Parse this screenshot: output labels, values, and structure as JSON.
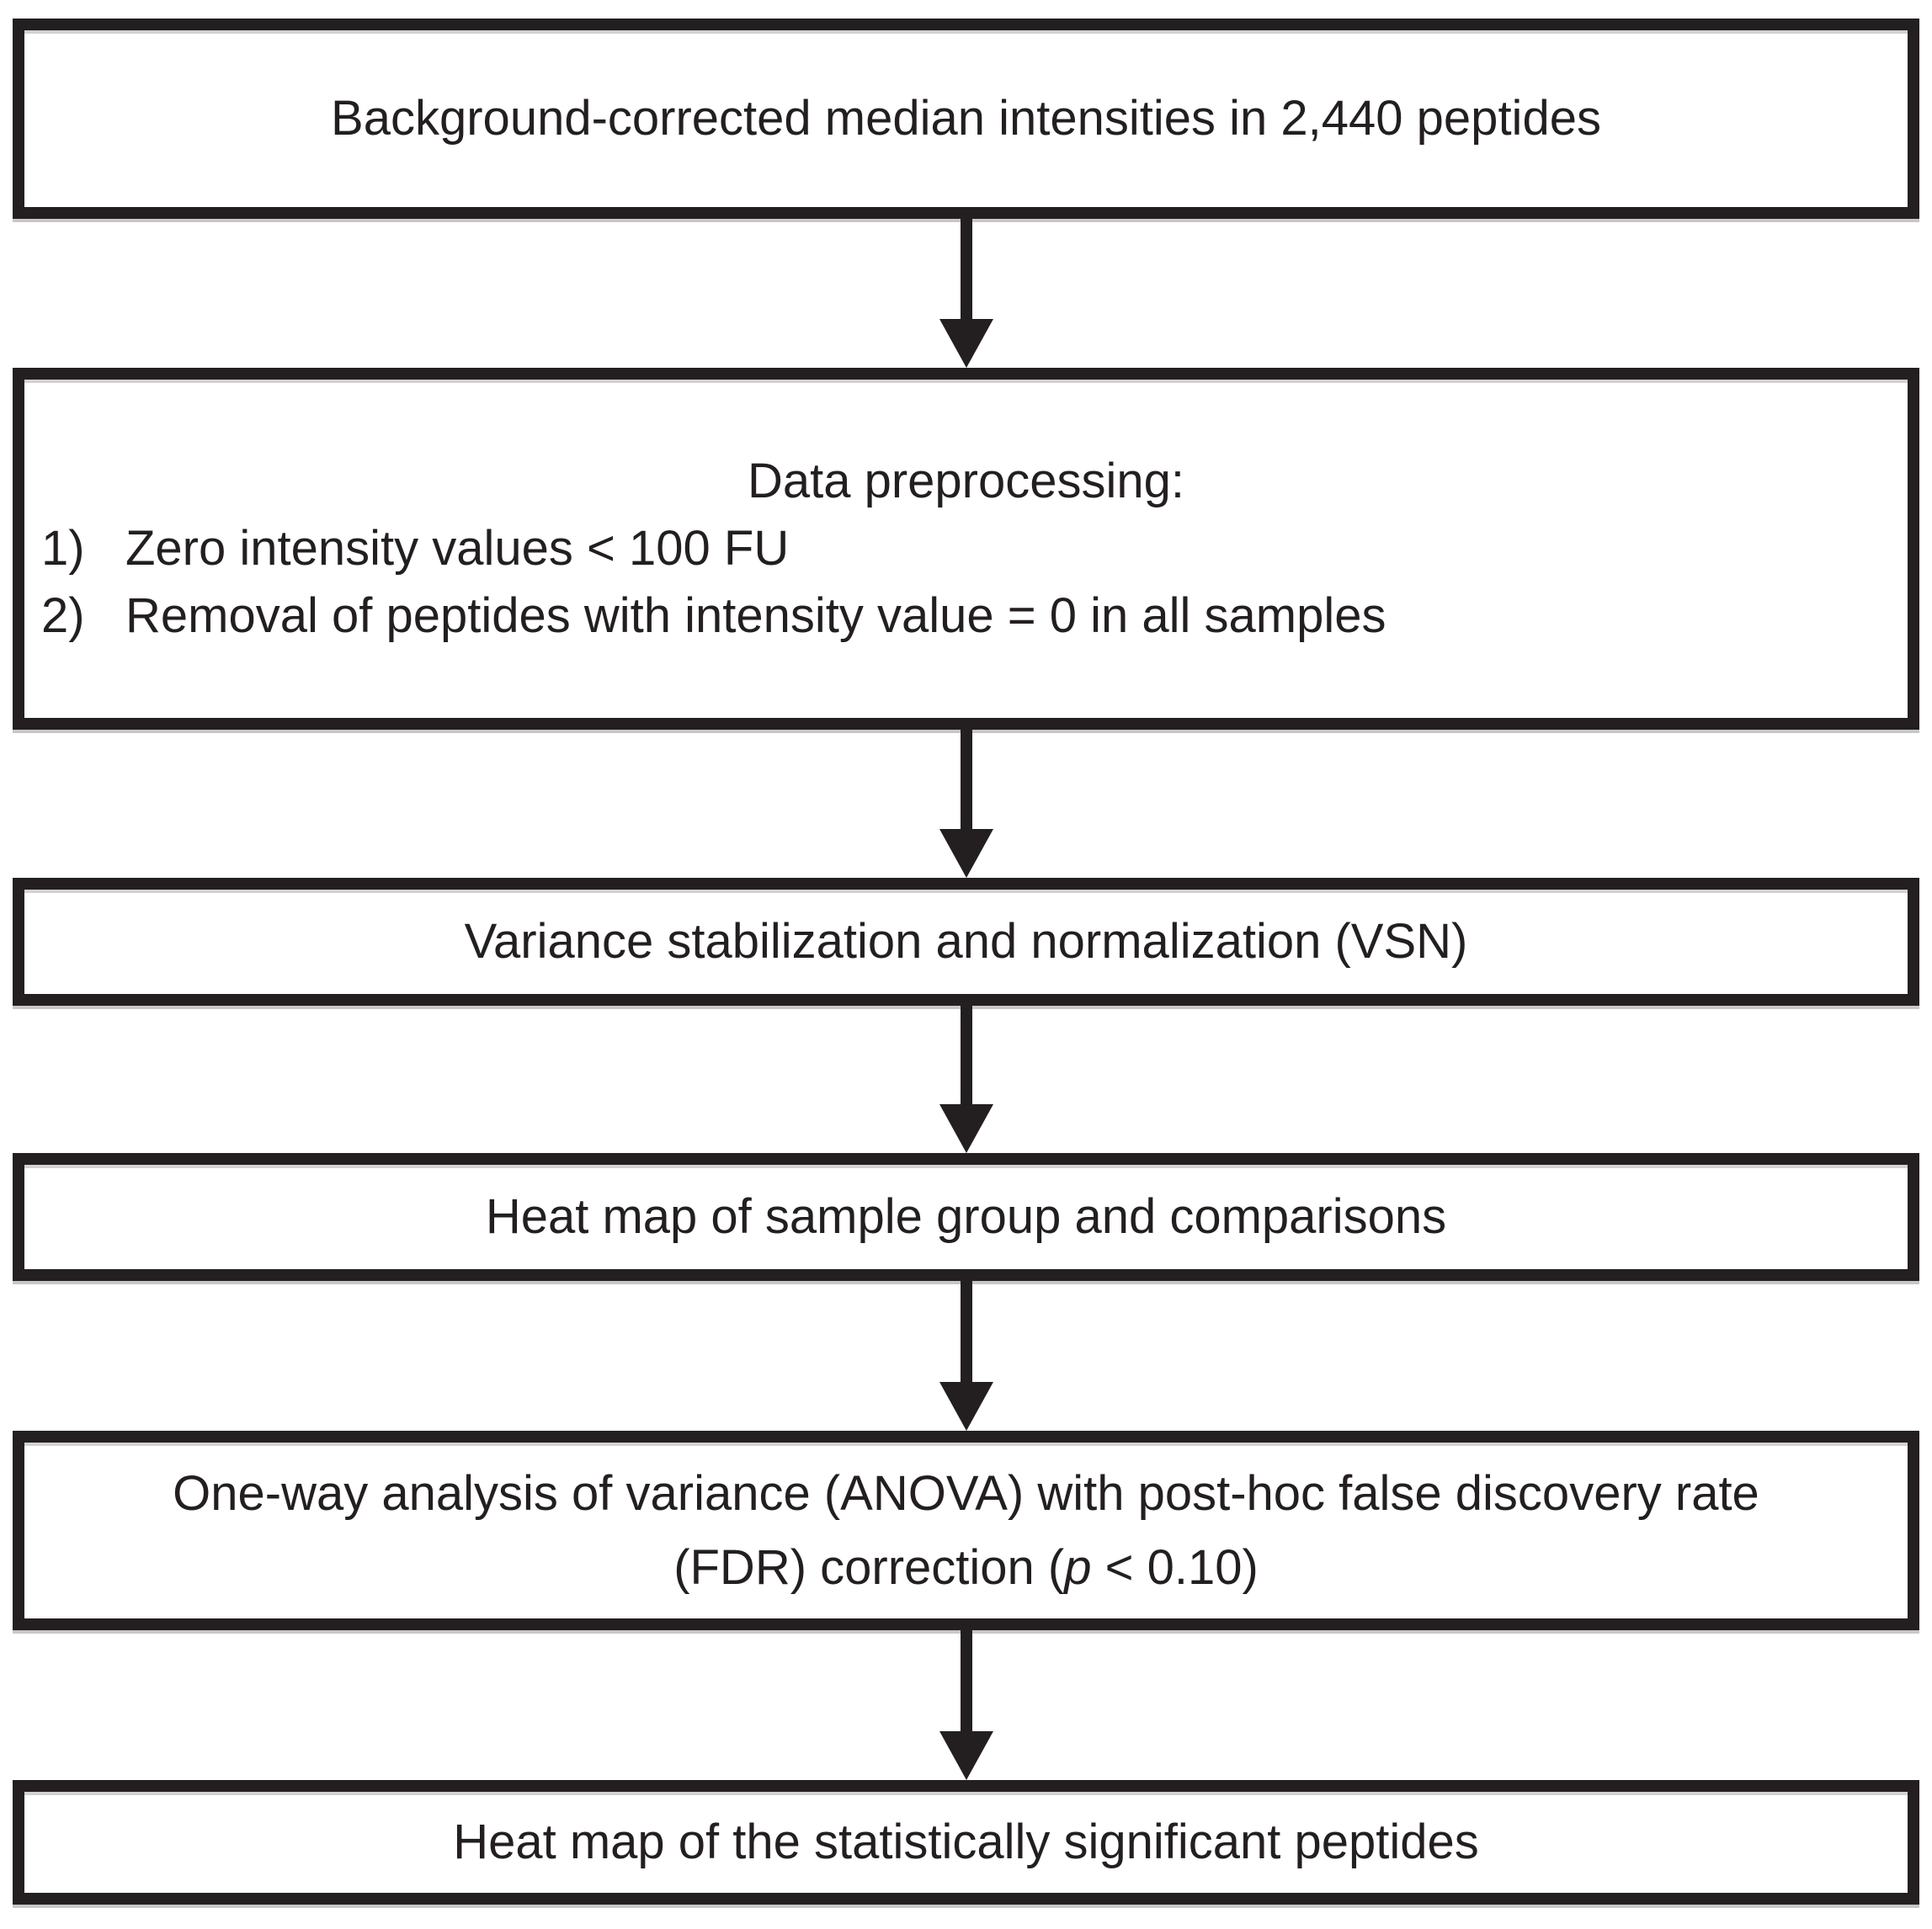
{
  "figure": {
    "type": "flowchart",
    "background_color": "#ffffff",
    "ink_color": "#231f20"
  },
  "flowchart": {
    "boxes": [
      {
        "text": "Background-corrected median intensities in 2,440 peptides"
      },
      {
        "title": "Data preprocessing:",
        "items": [
          {
            "number": "1)",
            "text": "Zero intensity values < 100 FU"
          },
          {
            "number": "2)",
            "text": "Removal of peptides with intensity value = 0 in all samples"
          }
        ]
      },
      {
        "text": "Variance stabilization and normalization (VSN)"
      },
      {
        "text": "Heat map of sample group and comparisons"
      },
      {
        "line1": "One-way analysis of variance (ANOVA) with post-hoc false discovery rate",
        "line2_pre": "(FDR) correction (",
        "line2_italic": "p",
        "line2_post": " < 0.10)"
      },
      {
        "text": "Heat map of the statistically significant peptides"
      }
    ]
  }
}
